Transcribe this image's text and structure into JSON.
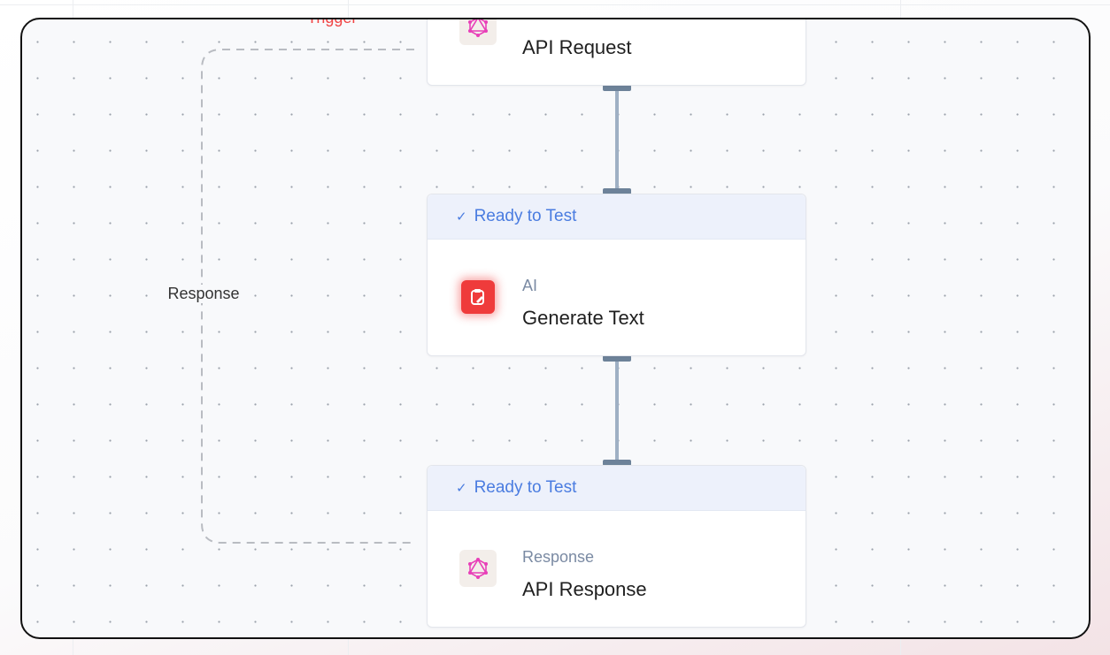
{
  "canvas": {
    "trigger_label": "Trigger",
    "loop_edge_label": "Response"
  },
  "nodes": [
    {
      "subtitle": "",
      "title": "API Request",
      "icon": "graphql-icon"
    },
    {
      "status": "Ready to Test",
      "subtitle": "AI",
      "title": "Generate Text",
      "icon": "ai-text-icon"
    },
    {
      "status": "Ready to Test",
      "subtitle": "Response",
      "title": "API Response",
      "icon": "graphql-icon"
    }
  ],
  "colors": {
    "status": "#4a7ce0",
    "ai_icon": "#ef3b3b",
    "graphql_icon": "#e83fb8",
    "connector": "#6d8299",
    "trigger": "#ef4444"
  }
}
